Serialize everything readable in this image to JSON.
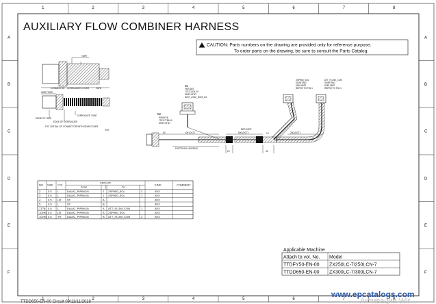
{
  "title": "AUXILIARY FLOW COMBINER HARNESS",
  "caution": {
    "line1": "CAUTION: Parts numbers on the drawing are provided only for reference purpose.",
    "line2": "To order parts on the drawing, be sure to consult the Parts Catalog."
  },
  "grid": {
    "columns": [
      "1",
      "2",
      "3",
      "4",
      "5",
      "6",
      "7",
      "8"
    ],
    "rows": [
      "A",
      "B",
      "C",
      "D",
      "E",
      "F"
    ]
  },
  "detail": {
    "tape": "TAPE",
    "connector": "CONNECTOR",
    "corrugate_cover": "CORRUGATE COVER",
    "tape2": "TAPE",
    "wire_tape": "WIRE TAPE",
    "corrugate_tube": "CORRUGATE TUBE",
    "edge_of_tape": "EDGE OF TAPE",
    "edge_of_corrugate": "EDGE OF CORRUGATE",
    "caption": "FIG.1 DETAIL OF CONNECTOR WITH REAR COVER",
    "ref": "XXX"
  },
  "harness": {
    "b1_label": "B1",
    "b1_sub1": "FRZ1807",
    "b1_sub2": "7223-1824-40",
    "b1_sub3": "SMPLXFNT",
    "b1_sub4": "N207_ZX32_D023_N1",
    "b2_label": "B2",
    "b2_sub1": "PIPING/8",
    "b2_sub2": "7223-7785-40",
    "b2_sub3": "SMPLXFNT",
    "c1_label": "ZSP950_SOL",
    "c1_sub1": "SSWITING",
    "c1_sub2": "6189-0887",
    "c1_sub3": "REFER TO FIG.1",
    "c2_label": "ATT_FLOW_CON",
    "c2_sub1": "SSWITING",
    "c2_sub2": "6189-0887",
    "c2_sub3": "REFER TO FIG.1",
    "dim1": "100 (DCT)",
    "dim2": "600 (DCT)",
    "dim3": "250 (DCT)",
    "dim4": "15",
    "dim5": "50",
    "dim6": "20",
    "dim7": "40",
    "red_tape": "RED TAPE",
    "fasten": "FASTEN B1 HOUSING"
  },
  "circuit_table": {
    "headers": [
      "NO.",
      "SIZE",
      "COL",
      "CIRCUIT",
      "KIND",
      "COMMENT"
    ],
    "sub_from": "From",
    "sub_to": "To",
    "rows": [
      [
        "2",
        "0.5",
        "L",
        "DAUIC_PIPING/8",
        "2",
        "ZSP950_SOL",
        "2",
        "AVX",
        ""
      ],
      [
        "3",
        "0.5",
        "L",
        "DAUIC_PIPING/8",
        "1",
        "ZSP950_SOL",
        "1",
        "AVX",
        ""
      ],
      [
        "4",
        "0.5",
        "LR",
        "ST",
        "A",
        "",
        "",
        "AVX",
        ""
      ],
      [
        "5",
        "0.5",
        "L",
        "ST",
        "B",
        "",
        "",
        "AVX",
        ""
      ],
      [
        "1T7B",
        "0.5",
        "L",
        "DAUIC_PIPING/8",
        "A",
        "ATT_FLOW_CON",
        "1",
        "AVX",
        ""
      ],
      [
        "1GHB",
        "0.5",
        "LR",
        "DAUIC_PIPING/8",
        "A",
        "ZSP950_SOL",
        "",
        "AVX",
        ""
      ],
      [
        "1GHB",
        "0.5",
        "YR",
        "DAUIC_PIPING/8",
        "B",
        "ATT_FLOW_CON",
        "2",
        "AVX",
        ""
      ]
    ]
  },
  "applicable": {
    "heading": "Applicable Machine",
    "col1": "Attach to vol. No.",
    "col2": "Model",
    "rows": [
      [
        "TTDFY50-EN-00",
        "ZX250LC-7/250LCN-7"
      ],
      [
        "TTDD650-EN-00",
        "ZX300LC-7/300LCN-7"
      ]
    ]
  },
  "footer": "TTDD650-EN-00 Circuit 09/11/11/2018",
  "watermark": "www.epcatalogs.com",
  "activation": "Активация Wir"
}
